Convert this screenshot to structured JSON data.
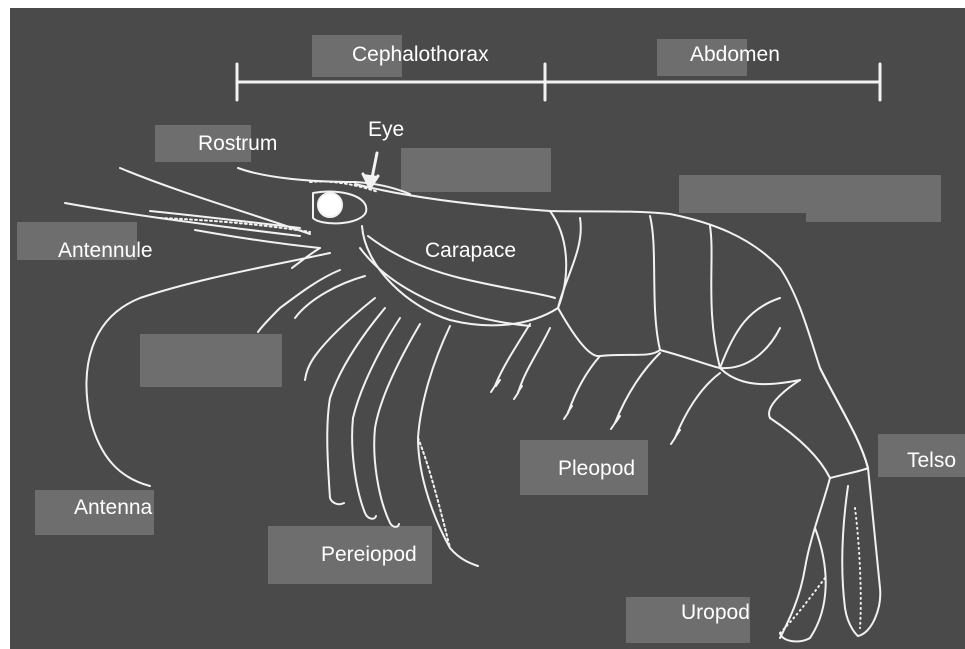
{
  "diagram": {
    "background_color": "#4a4a4a",
    "box_color": "#6e6e6e",
    "line_color": "#f2f2f2",
    "labels": {
      "cephalothorax": "Cephalothorax",
      "abdomen": "Abdomen",
      "eye": "Eye",
      "rostrum": "Rostrum",
      "antennule": "Antennule",
      "carapace": "Carapace",
      "antenna": "Antenna",
      "pereiopod": "Pereiopod",
      "pleopod": "Pleopod",
      "uropod": "Uropod",
      "telson": "Telso"
    }
  }
}
